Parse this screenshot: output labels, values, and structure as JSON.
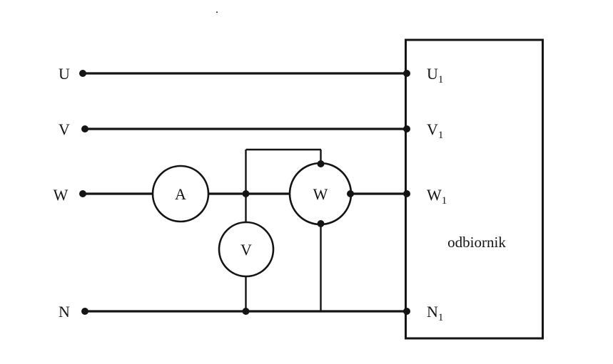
{
  "diagram": {
    "phase_lines": {
      "left_labels": [
        "U",
        "V",
        "W",
        "N"
      ],
      "right_labels": [
        {
          "main": "U",
          "sub": "1"
        },
        {
          "main": "V",
          "sub": "1"
        },
        {
          "main": "W",
          "sub": "1"
        },
        {
          "main": "N",
          "sub": "1"
        }
      ]
    },
    "instruments": {
      "ammeter": {
        "label": "A"
      },
      "wattmeter": {
        "label": "W"
      },
      "voltmeter": {
        "label": "V"
      }
    },
    "load_box": {
      "label": "odbiornik"
    },
    "artifact_dot": ".",
    "colors": {
      "line": "#141414",
      "background": "#ffffff"
    }
  }
}
